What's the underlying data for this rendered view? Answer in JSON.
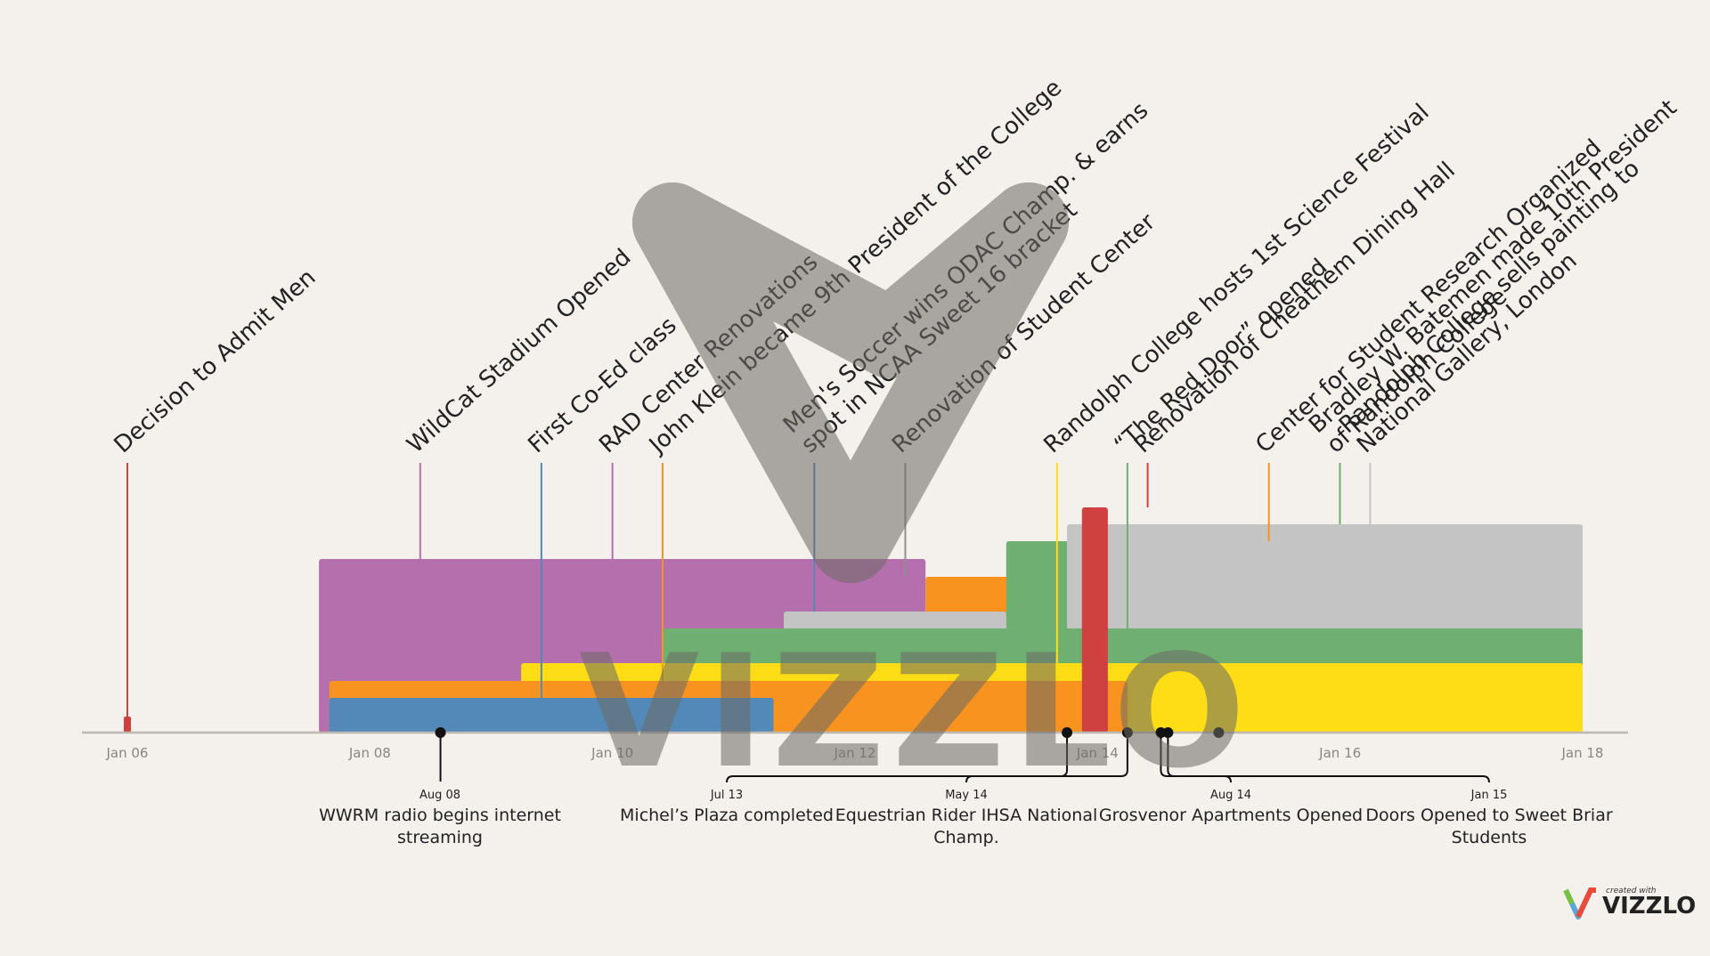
{
  "chart_data": {
    "type": "timeline",
    "x_axis": {
      "range": [
        "2006-01-01",
        "2018-01-01"
      ],
      "ticks": [
        "Jan 06",
        "Jan 08",
        "Jan 10",
        "Jan 12",
        "Jan 14",
        "Jan 16",
        "Jan 18"
      ]
    },
    "bars": [
      {
        "start": "2007-08-01",
        "end": "2012-08-01",
        "color": "#b56fad",
        "row": 1
      },
      {
        "start": "2012-08-01",
        "end": "2018-01-01",
        "color": "#f7931e",
        "row": 2
      },
      {
        "start": "2013-04-01",
        "end": "2018-01-01",
        "color": "#6fb072",
        "row": 3
      },
      {
        "start": "2013-10-01",
        "end": "2018-01-01",
        "color": "#c4c4c4",
        "row": 4
      },
      {
        "start": "2011-06-01",
        "end": "2013-04-01",
        "color": "#c4c4c4",
        "row": 5
      },
      {
        "start": "2010-06-01",
        "end": "2018-01-01",
        "color": "#6fb072",
        "row": 6
      },
      {
        "start": "2009-04-01",
        "end": "2018-01-01",
        "color": "#fedd17",
        "row": 7
      },
      {
        "start": "2007-09-01",
        "end": "2014-04-01",
        "color": "#f7931e",
        "row": 8
      },
      {
        "start": "2007-09-01",
        "end": "2011-05-01",
        "color": "#5289b8",
        "row": 9
      },
      {
        "start": "2013-11-15",
        "end": "2014-02-01",
        "color": "#cf4040",
        "row": 10
      }
    ],
    "top_events": [
      {
        "label": "Decision to Admit Men",
        "date": "2006-01-01",
        "color": "#cf4040",
        "base_row": 0
      },
      {
        "label": "WildCat Stadium Opened",
        "date": "2008-06-01",
        "color": "#b56fad",
        "base_row": 1
      },
      {
        "label": "First Co-Ed class",
        "date": "2009-06-01",
        "color": "#5289b8",
        "base_row": 9
      },
      {
        "label": "RAD Center Renovations",
        "date": "2010-01-01",
        "color": "#b56fad",
        "base_row": 1
      },
      {
        "label": "John Klein became 9th President of the College",
        "date": "2010-06-01",
        "color": "#f7931e",
        "base_row": 8
      },
      {
        "label": "Men's Soccer wins ODAC Champ. & earns spot in NCAA Sweet 16 bracket",
        "date": "2011-09-01",
        "color": "#5289b8",
        "base_row": 5
      },
      {
        "label": "Renovation of Student Center",
        "date": "2012-06-01",
        "color": "#8f8f8f",
        "base_row": 2
      },
      {
        "label": "Randolph College hosts 1st Science Festival",
        "date": "2013-09-01",
        "color": "#fedd17",
        "base_row": 7
      },
      {
        "label": "“The Red Door” opened",
        "date": "2014-04-01",
        "color": "#6fb072",
        "base_row": 6
      },
      {
        "label": "Renovation of Cheathem Dining Hall",
        "date": "2014-06-01",
        "color": "#cf4040",
        "base_row": 10
      },
      {
        "label": "Center for Student Research Organized",
        "date": "2015-06-01",
        "color": "#f7931e",
        "base_row": 3
      },
      {
        "label": "Bradley W. Batemen made 10th President of Randolph College",
        "date": "2016-01-01",
        "color": "#6fb072",
        "base_row": 4
      },
      {
        "label": "Randolph College sells painting to National Gallery, London",
        "date": "2016-04-01",
        "color": "#c4c4c4",
        "base_row": 4
      }
    ],
    "bottom_events": [
      {
        "date_label": "Aug 08",
        "label": "WWRM radio begins internet streaming",
        "date": "2008-08-01"
      },
      {
        "date_label": "Jul 13",
        "label": "Michel’s Plaza completed",
        "date": "2013-07-01"
      },
      {
        "date_label": "May 14",
        "label": "Equestrian Rider IHSA National Champ.",
        "date": "2014-05-01"
      },
      {
        "date_label": "Aug 14",
        "label": "Grosvenor Apartments Opened",
        "date": "2014-08-01"
      },
      {
        "date_label": "Jan 15",
        "label": "Doors Opened to Sweet Briar Students",
        "date": "2015-01-01"
      }
    ],
    "bottom_groups": [
      {
        "date": "2013-07-01",
        "members": [
          "2013-07-01"
        ],
        "marker": "2013-10-01"
      },
      {
        "date": "2014-05-01",
        "members": [
          "2013-10-01",
          "2014-04-01"
        ],
        "marker": "2014-04-01"
      },
      {
        "date": "2014-08-01",
        "members": [
          "2014-08-01"
        ],
        "marker": "2014-08-01"
      },
      {
        "date": "2015-01-01",
        "members": [
          "2015-01-01"
        ],
        "marker": "2015-01-01"
      }
    ]
  },
  "watermark": {
    "text": "VIZZLO"
  },
  "branding": {
    "created": "created with",
    "brand": "VIZZLO"
  }
}
